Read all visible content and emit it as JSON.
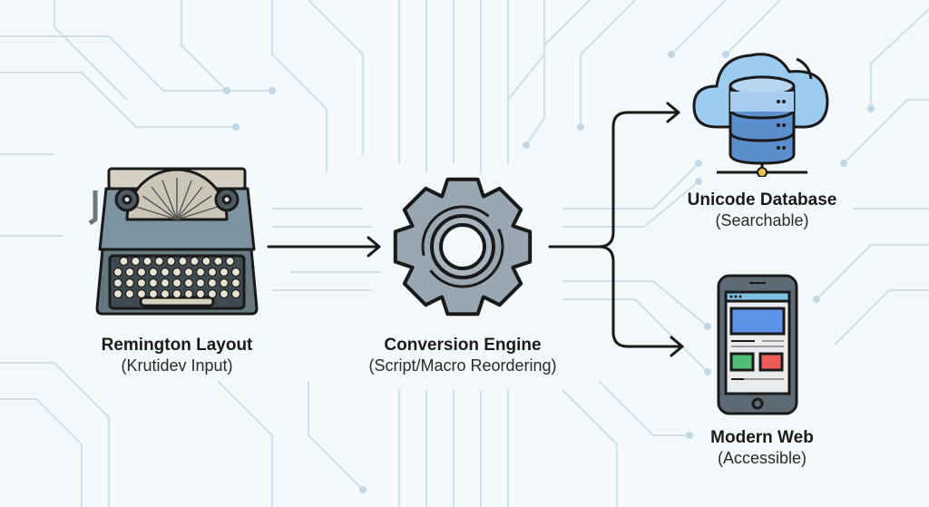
{
  "diagram": {
    "nodes": [
      {
        "id": "typewriter",
        "icon": "typewriter-icon",
        "title": "Remington Layout",
        "subtitle": "(Krutidev Input)"
      },
      {
        "id": "engine",
        "icon": "gear-icon",
        "title": "Conversion Engine",
        "subtitle": "(Script/Macro Reordering)"
      },
      {
        "id": "database",
        "icon": "cloud-database-icon",
        "title": "Unicode Database",
        "subtitle": "(Searchable)"
      },
      {
        "id": "web",
        "icon": "smartphone-icon",
        "title": "Modern Web",
        "subtitle": "(Accessible)"
      }
    ],
    "edges": [
      {
        "from": "typewriter",
        "to": "engine"
      },
      {
        "from": "engine",
        "to": "database"
      },
      {
        "from": "engine",
        "to": "web"
      }
    ],
    "colors": {
      "background": "#f3f8fb",
      "circuit": "#c9dde9",
      "stroke": "#1a1a1a",
      "typewriter_body": "#6f8591",
      "gear": "#9aa7b1",
      "cloud": "#8ec5ee",
      "db": "#6fa3da",
      "screen_blue": "#5c93e6",
      "button_green": "#4fbf74",
      "button_red": "#ef5b5b",
      "connector_dot": "#f2c14e"
    }
  }
}
